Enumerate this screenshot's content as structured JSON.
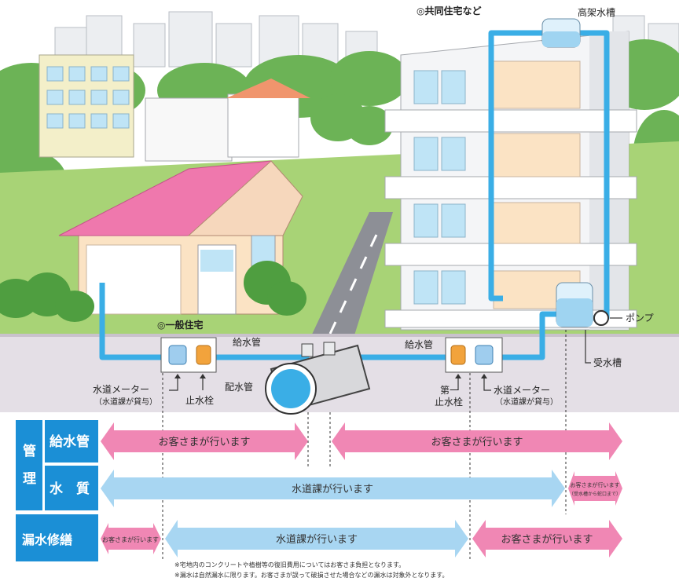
{
  "scene": {
    "apartment_title": "◎共同住宅など",
    "house_title": "◎一般住宅",
    "elevated_tank": "高架水槽",
    "pump": "ポンプ",
    "receiving_tank": "受水槽",
    "supply_pipe_left": "給水管",
    "supply_pipe_right": "給水管",
    "main_pipe": "配水管",
    "meter_left_1": "水道メーター",
    "meter_left_2": "（水道課が貸与）",
    "stopcock_left": "止水栓",
    "first_stopcock_1": "第一",
    "first_stopcock_2": "止水栓",
    "meter_right_1": "水道メーター",
    "meter_right_2": "（水道課が貸与）"
  },
  "table": {
    "kanri_1": "管",
    "kanri_2": "理",
    "row_supply": "給水管",
    "row_quality": "水　質",
    "row_leak": "漏水修繕",
    "supply_left": "お客さまが行います",
    "supply_right": "お客さまが行います",
    "quality_main": "水道課が行います",
    "quality_right_1": "お客さまが行います",
    "quality_right_2": "（受水槽から蛇口まで）",
    "leak_left": "お客さまが行います",
    "leak_mid": "水道課が行います",
    "leak_right": "お客さまが行います"
  },
  "notes": {
    "note1": "※宅地内のコンクリートや植樹等の復旧費用についてはお客さま負担となります。",
    "note2": "※漏水は自然漏水に限ります。お客さまが誤って破損させた場合などの漏水は対象外となります。"
  },
  "colors": {
    "water": "#3aaee6",
    "pink": "#f087b4",
    "light_blue": "#a8d6f2",
    "label_blue": "#1b8fd6",
    "ground": "#e3dfe6",
    "grass": "#9fcf6a",
    "tree": "#5eab4a",
    "roof_pink": "#ef6ea7"
  }
}
